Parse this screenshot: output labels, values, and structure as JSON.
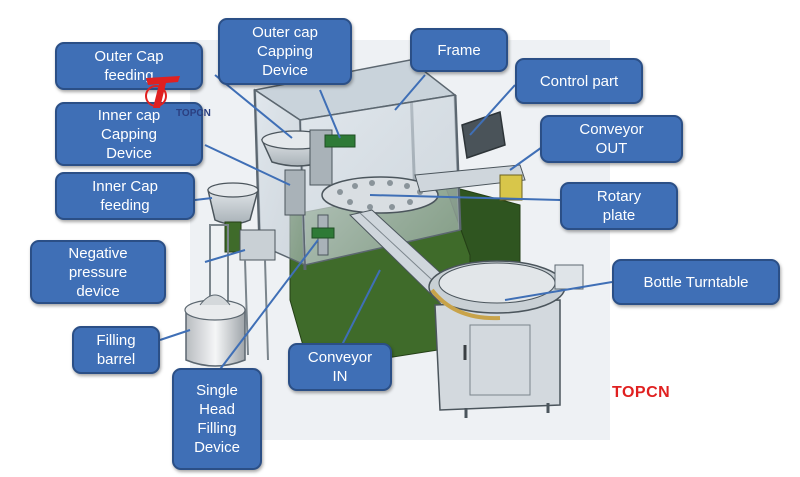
{
  "labels": {
    "outer_cap_capping": "Outer cap\nCapping\nDevice",
    "frame": "Frame",
    "outer_cap_feeding": "Outer Cap\nfeeding",
    "control_part": "Control part",
    "inner_cap_capping": "Inner cap\nCapping\nDevice",
    "conveyor_out": "Conveyor\nOUT",
    "inner_cap_feeding": "Inner Cap\nfeeding",
    "rotary_plate": "Rotary\nplate",
    "negative_pressure": "Negative\npressure\ndevice",
    "bottle_turntable": "Bottle Turntable",
    "filling_barrel": "Filling\nbarrel",
    "conveyor_in": "Conveyor\nIN",
    "single_head_filling": "Single\nHead\nFilling\nDevice"
  },
  "brand_text": "TOPCN",
  "logo_text": "TOPCN",
  "colors": {
    "callout_fill": "#3f6fb6",
    "callout_border": "#2b4f86",
    "brand_red": "#e02020",
    "frame_green": "#3f6b2a"
  }
}
